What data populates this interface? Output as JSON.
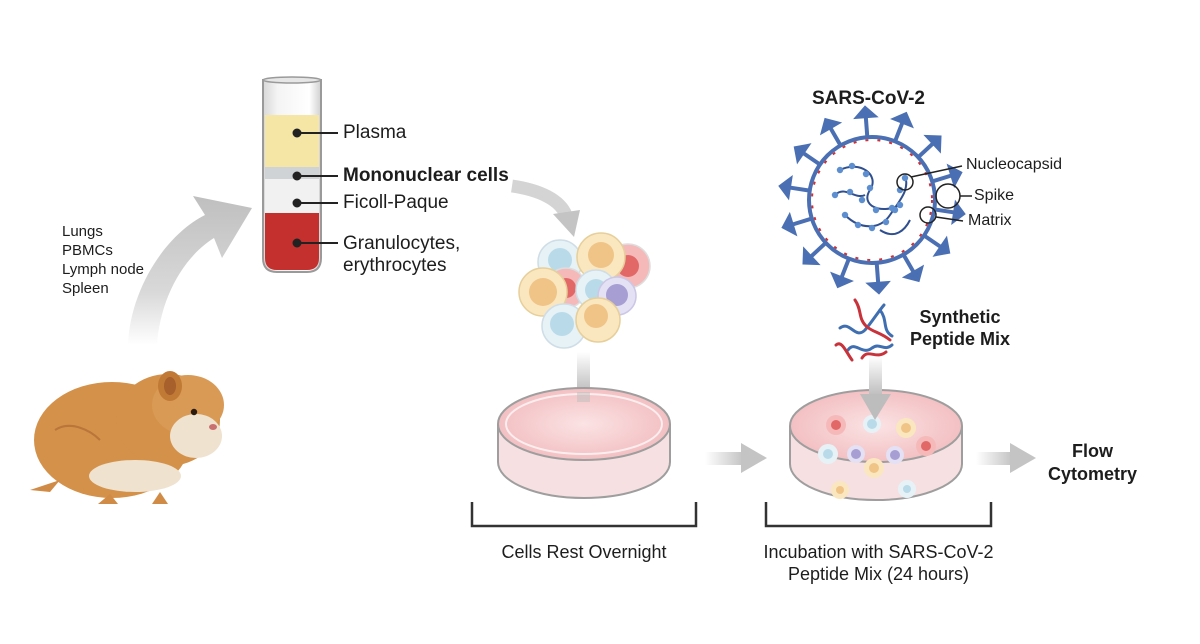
{
  "sample_sources": [
    "Lungs",
    "PBMCs",
    "Lymph node",
    "Spleen"
  ],
  "tube_layers": {
    "plasma": "Plasma",
    "mononuclear": "Mononuclear cells",
    "ficoll": "Ficoll-Paque",
    "granulocytes_line1": "Granulocytes,",
    "granulocytes_line2": "erythrocytes"
  },
  "virus": {
    "title": "SARS-CoV-2",
    "parts": {
      "nucleocapsid": "Nucleocapsid",
      "spike": "Spike",
      "matrix": "Matrix"
    }
  },
  "peptide": {
    "line1": "Synthetic",
    "line2": "Peptide Mix"
  },
  "steps": {
    "rest": "Cells Rest Overnight",
    "incubation_line1": "Incubation with SARS-CoV-2",
    "incubation_line2": "Peptide Mix (24 hours)"
  },
  "output": {
    "line1": "Flow",
    "line2": "Cytometry"
  },
  "colors": {
    "arrow": "#c9c9c9",
    "hamster": "#d4914a",
    "plasma": "#f6e6a6",
    "blood": "#c4302e",
    "virus_blue": "#4a6fb3",
    "spike_red": "#c8323a",
    "dish_pink": "#f4c6c8"
  }
}
